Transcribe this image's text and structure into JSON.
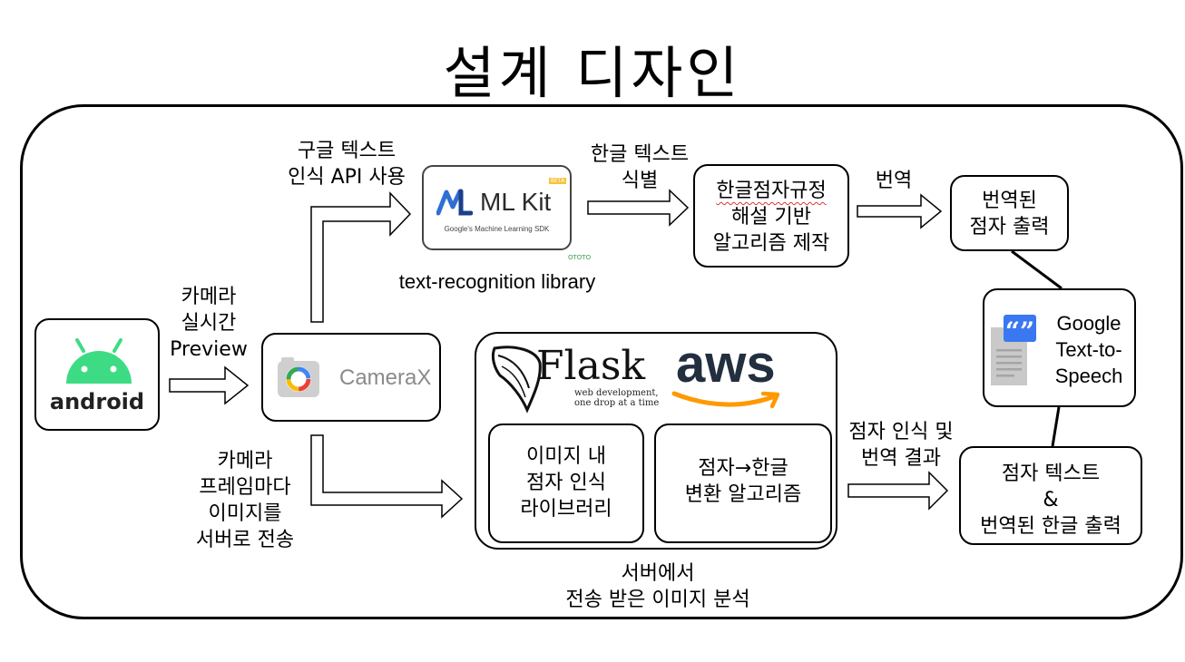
{
  "title": "설계 디자인",
  "android": {
    "logo_text": "android"
  },
  "camera_arrow_label": [
    "카메라",
    "실시간",
    "Preview"
  ],
  "camerax": {
    "text": "CameraX"
  },
  "ocr_label": [
    "구글 텍스트",
    "인식 API 사용"
  ],
  "mlkit": {
    "text": "ML Kit",
    "subtitle": "Google's Machine Learning SDK",
    "badge": "BETA",
    "corner_mark": "OTOTO"
  },
  "text_recognition_label": "text-recognition library",
  "hangul_detect_label": [
    "한글 텍스트",
    "식별"
  ],
  "braille_rules_box": [
    "한글점자규정",
    "해설 기반",
    "알고리즘 제작"
  ],
  "translate_label": "번역",
  "translated_braille_box": [
    "번역된",
    "점자 출력"
  ],
  "tts": {
    "lines": [
      "Google",
      "Text-to-",
      "Speech"
    ]
  },
  "frame_send_label": [
    "카메라",
    "프레임마다",
    "이미지를",
    "서버로 전송"
  ],
  "server": {
    "flask_title": "Flask",
    "flask_sub": [
      "web development,",
      "one drop at a time"
    ],
    "aws": "aws",
    "module1": [
      "이미지 내",
      "점자 인식",
      "라이브러리"
    ],
    "module2": [
      "점자→한글",
      "변환 알고리즘"
    ],
    "caption": [
      "서버에서",
      "전송 받은 이미지 분석"
    ]
  },
  "result_label": [
    "점자 인식 및",
    "번역 결과"
  ],
  "output_box": [
    "점자 텍스트",
    "&",
    "번역된 한글 출력"
  ],
  "colors": {
    "android_green": "#3ddc84",
    "aws_orange": "#ff9900",
    "mlkit_blue": "#2f6fd6",
    "tts_blue": "#3a78f2"
  }
}
